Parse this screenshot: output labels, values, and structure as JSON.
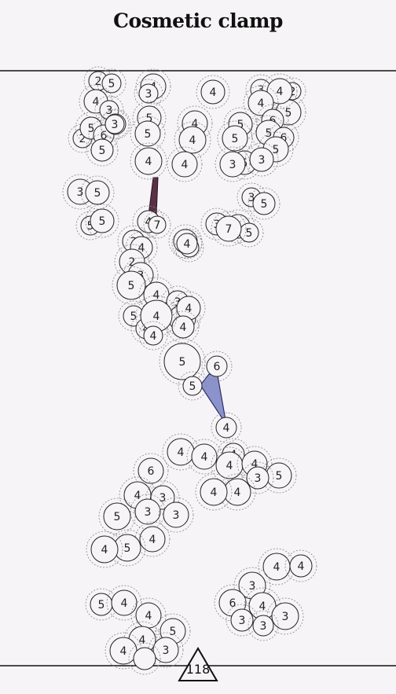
{
  "title": "Cosmetic clamp",
  "page_number": "118",
  "colors": {
    "background": "#f6f4f6",
    "node_fill": "#f6f4f6",
    "stroke": "#222222",
    "halo": "#888888",
    "link_dark": "#5a3048",
    "link_blue": "#8c93cc",
    "link_blue_stroke": "#2a2d66"
  },
  "nodes": [
    {
      "label": "2"
    },
    {
      "label": "5"
    },
    {
      "label": "4"
    },
    {
      "label": "3"
    },
    {
      "label": "4"
    },
    {
      "label": "3"
    },
    {
      "label": "4"
    },
    {
      "label": "2"
    },
    {
      "label": "3"
    },
    {
      "label": "5"
    },
    {
      "label": "2"
    },
    {
      "label": "5"
    },
    {
      "label": "6"
    },
    {
      "label": "5"
    },
    {
      "label": "5"
    },
    {
      "label": "4"
    },
    {
      "label": "4"
    },
    {
      "label": "5"
    },
    {
      "label": "6"
    },
    {
      "label": "5"
    },
    {
      "label": "5"
    },
    {
      "label": "5"
    },
    {
      "label": "6"
    },
    {
      "label": "5"
    },
    {
      "label": "5"
    },
    {
      "label": "4"
    },
    {
      "label": "4"
    },
    {
      "label": "4"
    },
    {
      "label": "4"
    },
    {
      "label": "3"
    },
    {
      "label": "5"
    },
    {
      "label": "3"
    },
    {
      "label": "3"
    },
    {
      "label": "3"
    },
    {
      "label": "5"
    },
    {
      "label": "5"
    },
    {
      "label": "5"
    },
    {
      "label": "3"
    },
    {
      "label": "5"
    },
    {
      "label": "4"
    },
    {
      "label": "5"
    },
    {
      "label": "4"
    },
    {
      "label": "4"
    },
    {
      "label": "7"
    },
    {
      "label": "3"
    },
    {
      "label": "3"
    },
    {
      "label": "5"
    },
    {
      "label": "7"
    },
    {
      "label": "2"
    },
    {
      "label": "4"
    },
    {
      "label": "2"
    },
    {
      "label": "3"
    },
    {
      "label": "5"
    },
    {
      "label": "4"
    },
    {
      "label": "3"
    },
    {
      "label": "7"
    },
    {
      "label": "4"
    },
    {
      "label": "4"
    },
    {
      "label": "5"
    },
    {
      "label": "4"
    },
    {
      "label": "4"
    },
    {
      "label": "4"
    },
    {
      "label": "5"
    },
    {
      "label": "6"
    },
    {
      "label": "5"
    },
    {
      "label": "4"
    },
    {
      "label": "4"
    },
    {
      "label": "4"
    },
    {
      "label": "4"
    },
    {
      "label": "4"
    },
    {
      "label": "4"
    },
    {
      "label": "5"
    },
    {
      "label": "3"
    },
    {
      "label": "4"
    },
    {
      "label": "4"
    },
    {
      "label": "6"
    },
    {
      "label": "4"
    },
    {
      "label": "3"
    },
    {
      "label": "3"
    },
    {
      "label": "3"
    },
    {
      "label": "5"
    },
    {
      "label": "4"
    },
    {
      "label": "5"
    },
    {
      "label": "4"
    },
    {
      "label": "4"
    },
    {
      "label": "4"
    },
    {
      "label": "3"
    }
  ]
}
